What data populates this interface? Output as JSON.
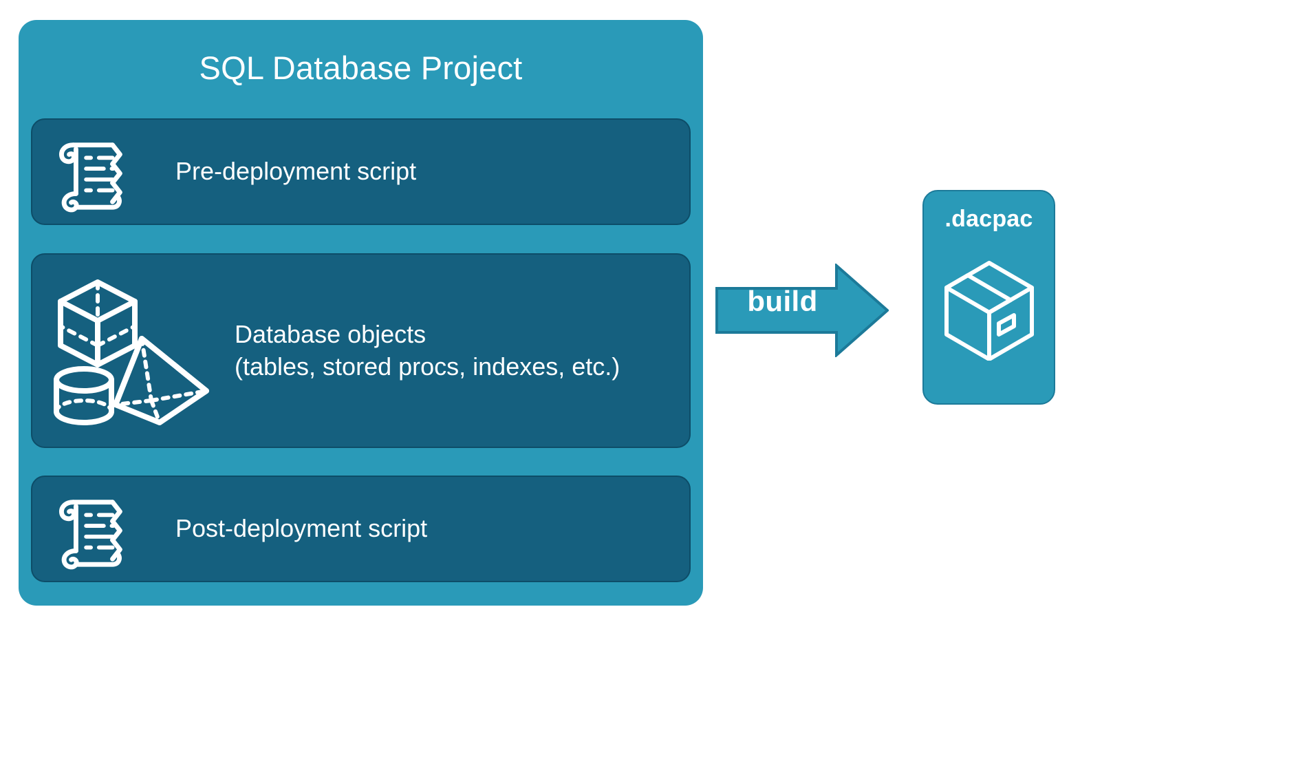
{
  "colors": {
    "background": "#ffffff",
    "card_teal": "#2a9ab8",
    "panel_dark": "#15607f",
    "panel_border": "#0d4d68",
    "arrow_fill": "#2a9ab8",
    "arrow_stroke": "#1c7a99",
    "icon_white": "#ffffff"
  },
  "project": {
    "title": "SQL Database Project",
    "panels": [
      {
        "id": "pre-deployment",
        "label": "Pre-deployment script",
        "icon": "scroll-icon"
      },
      {
        "id": "database-objects",
        "label": "Database objects\n(tables, stored procs, indexes, etc.)",
        "label_line1": "Database objects",
        "label_line2": "(tables, stored procs, indexes, etc.)",
        "icon": "shapes-icon"
      },
      {
        "id": "post-deployment",
        "label": "Post-deployment script",
        "icon": "scroll-icon"
      }
    ]
  },
  "arrow": {
    "label": "build",
    "icon": "right-arrow-icon",
    "direction": "right"
  },
  "output": {
    "title": ".dacpac",
    "icon": "package-box-icon"
  }
}
